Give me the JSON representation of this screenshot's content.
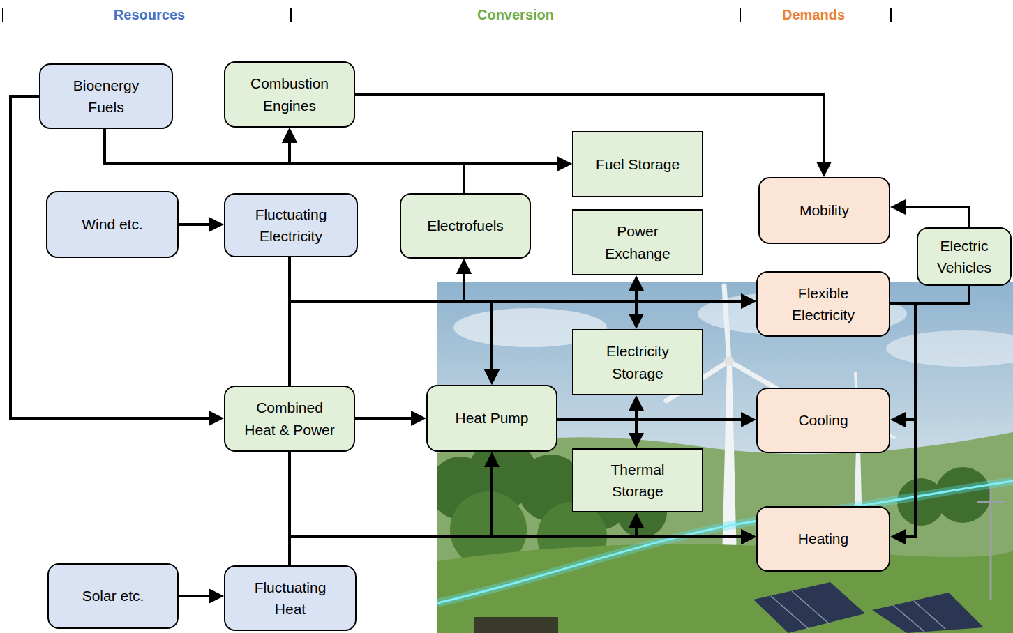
{
  "diagram": {
    "nodes": [
      {
        "text": [
          "Bioenergy Fuels"
        ]
      },
      {
        "text": [
          "Combustion Engines"
        ]
      },
      {
        "text": [
          "Fuel Storage"
        ]
      },
      {
        "text": [
          "Wind etc."
        ]
      },
      {
        "text": [
          "Fluctuating Electricity"
        ]
      },
      {
        "text": [
          "Electrofuels"
        ]
      },
      {
        "text": [
          "Power Exchange"
        ]
      },
      {
        "text": [
          "Mobility"
        ]
      },
      {
        "text": [
          "Electric Vehicles"
        ]
      },
      {
        "text": [
          "Flexible Electricity"
        ]
      },
      {
        "text": [
          "Electricity Storage"
        ]
      },
      {
        "text": [
          "Combined Heat & Power"
        ]
      },
      {
        "text": [
          "Heat Pump"
        ]
      },
      {
        "text": [
          "Cooling"
        ]
      },
      {
        "text": [
          "Thermal Storage"
        ]
      },
      {
        "text": [
          "Heating"
        ]
      },
      {
        "text": [
          "Solar etc."
        ]
      },
      {
        "text": [
          "Fluctuating Heat"
        ]
      }
    ],
    "edges": [
      {
        "from": 0,
        "to": 1,
        "arrow": "to"
      },
      {
        "from": 0,
        "to": 2,
        "arrow": "to"
      },
      {
        "from": 5,
        "to": 1,
        "arrow": "to"
      },
      {
        "from": 5,
        "to": 2,
        "arrow": "to"
      },
      {
        "from": 1,
        "to": 7,
        "arrow": "to"
      },
      {
        "from": 0,
        "to": 11,
        "arrow": "to"
      },
      {
        "from": 3,
        "to": 4,
        "arrow": "to"
      },
      {
        "from": 4,
        "to": 9,
        "arrow": "to"
      },
      {
        "from": 4,
        "to": 5,
        "arrow": "to"
      },
      {
        "from": 4,
        "to": 12,
        "arrow": "to"
      },
      {
        "from": 11,
        "to": 9,
        "arrow": "to"
      },
      {
        "from": 11,
        "to": 5,
        "arrow": "to"
      },
      {
        "from": 11,
        "to": 12,
        "arrow": "to"
      },
      {
        "from": 6,
        "to": 10,
        "arrow": "both"
      },
      {
        "from": 11,
        "to": 12,
        "arrow": "to"
      },
      {
        "from": 12,
        "to": 13,
        "arrow": "to"
      },
      {
        "from": 10,
        "to": 14,
        "arrow": "both"
      },
      {
        "from": 12,
        "to": 15,
        "arrow": "both"
      },
      {
        "from": 11,
        "to": 15,
        "arrow": "to"
      },
      {
        "from": 17,
        "to": 15,
        "arrow": "to"
      },
      {
        "from": 14,
        "to": 15,
        "arrow": "both"
      },
      {
        "from": 16,
        "to": 17,
        "arrow": "to"
      },
      {
        "from": 9,
        "to": 8,
        "arrow": "none"
      },
      {
        "from": 8,
        "to": 7,
        "arrow": "to"
      },
      {
        "from": 9,
        "to": 13,
        "arrow": "to"
      },
      {
        "from": 9,
        "to": 15,
        "arrow": "to"
      }
    ],
    "labels": [
      "Resources",
      "Conversion",
      "Demands"
    ]
  }
}
